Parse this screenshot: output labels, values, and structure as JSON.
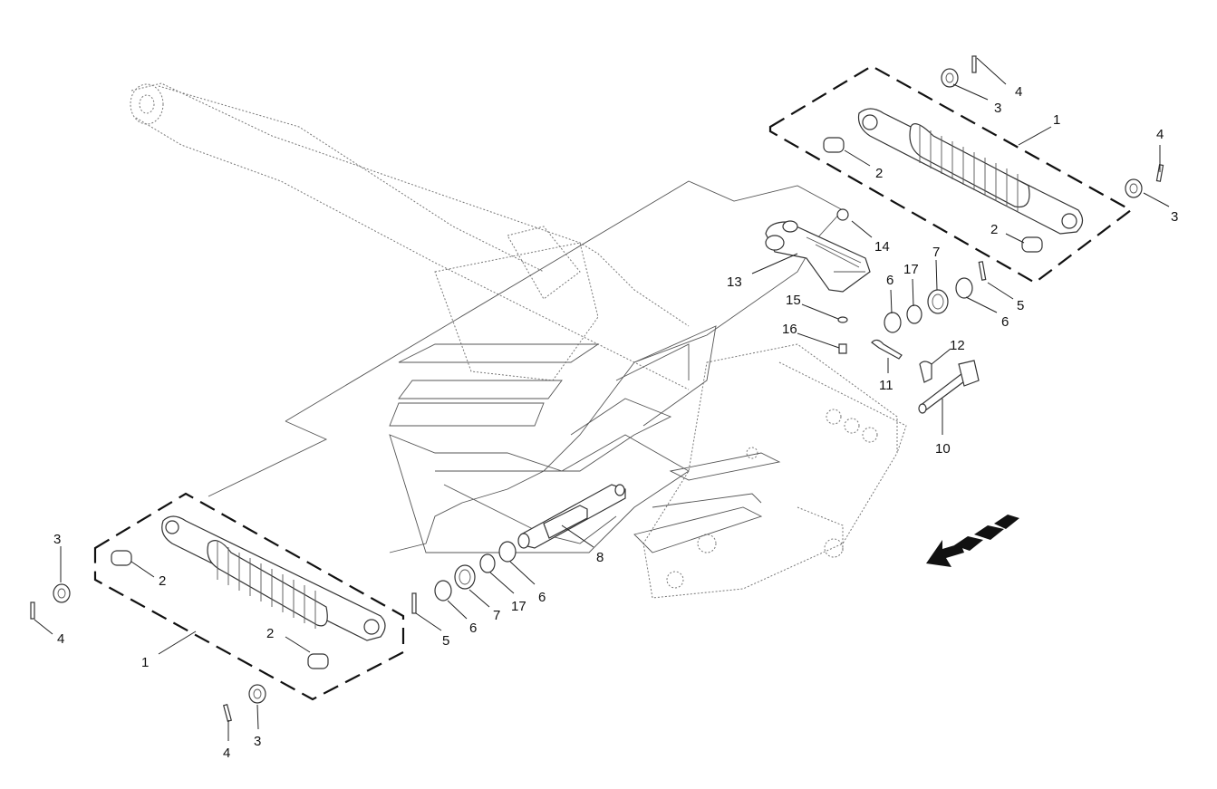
{
  "diagram": {
    "callouts": [
      {
        "id": "c1",
        "text": "1"
      },
      {
        "id": "c2",
        "text": "2"
      },
      {
        "id": "c3",
        "text": "3"
      },
      {
        "id": "c4",
        "text": "4"
      },
      {
        "id": "c5",
        "text": "5"
      },
      {
        "id": "c6",
        "text": "6"
      },
      {
        "id": "c7",
        "text": "7"
      },
      {
        "id": "c8",
        "text": "8"
      },
      {
        "id": "c10",
        "text": "10"
      },
      {
        "id": "c11",
        "text": "11"
      },
      {
        "id": "c12",
        "text": "12"
      },
      {
        "id": "c13",
        "text": "13"
      },
      {
        "id": "c14",
        "text": "14"
      },
      {
        "id": "c15",
        "text": "15"
      },
      {
        "id": "c16",
        "text": "16"
      },
      {
        "id": "c17",
        "text": "17"
      }
    ],
    "colors": {
      "ink": "#111111",
      "background": "#ffffff",
      "hatch": "#333333"
    },
    "icons": [
      "direction-arrow-icon"
    ]
  }
}
